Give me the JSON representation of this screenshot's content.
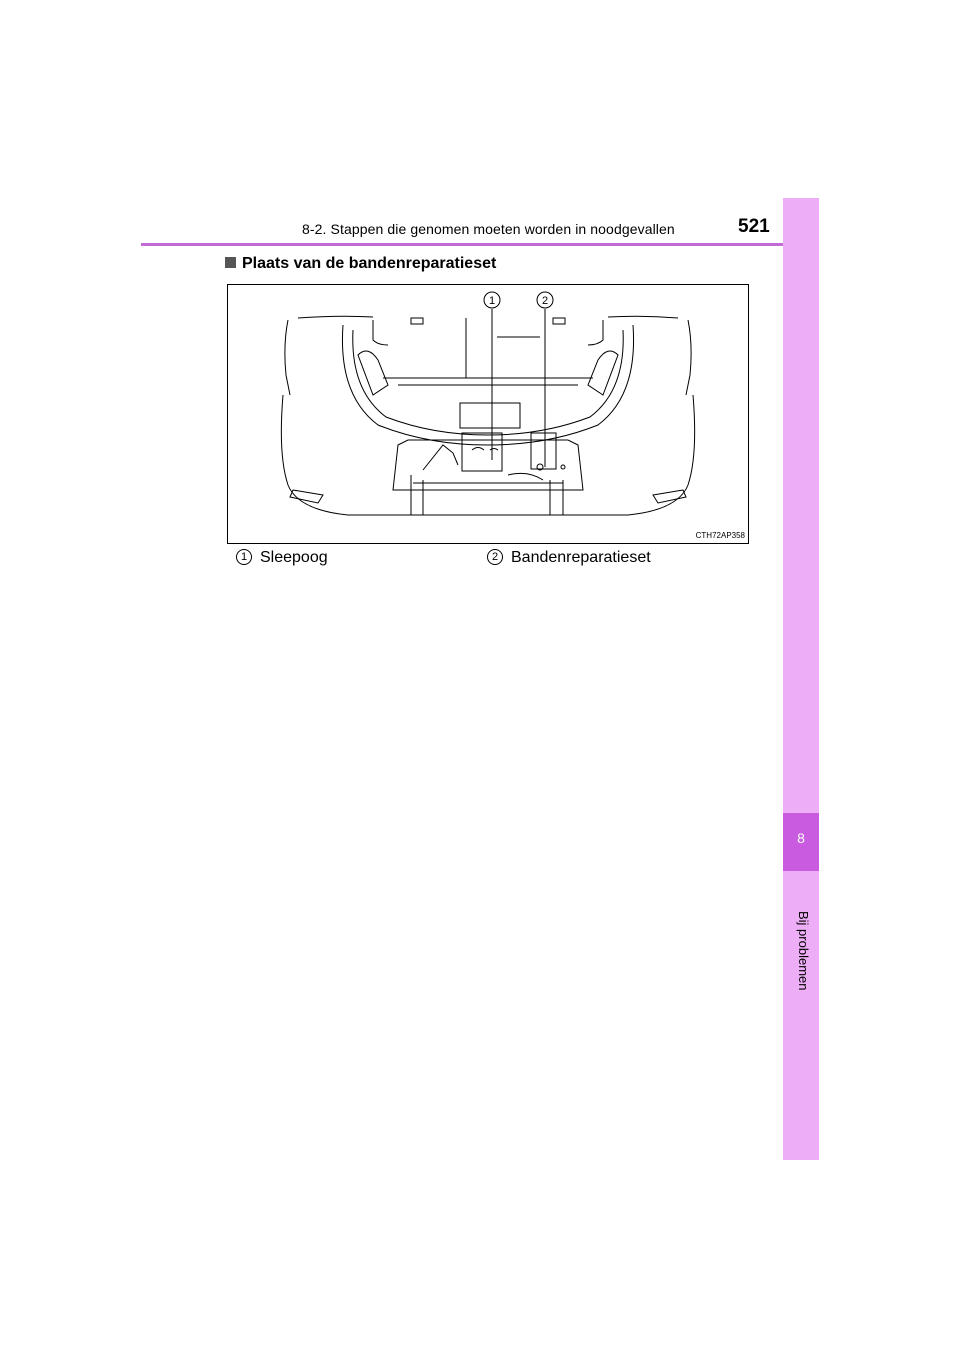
{
  "header": {
    "title": "8-2. Stappen die genomen moeten worden in noodgevallen",
    "page_number": "521"
  },
  "side_tab": {
    "chapter_number": "8",
    "chapter_label": "Bij problemen"
  },
  "section": {
    "heading": "Plaats van de bandenreparatieset"
  },
  "figure": {
    "code": "CTH72AP358",
    "callouts": [
      "1",
      "2"
    ],
    "legend": [
      {
        "num": "1",
        "label": "Sleepoog"
      },
      {
        "num": "2",
        "label": "Bandenreparatieset"
      }
    ]
  },
  "colors": {
    "accent": "#c26ad6",
    "tab": "#eeaef7",
    "tab_active": "#c95be0"
  }
}
